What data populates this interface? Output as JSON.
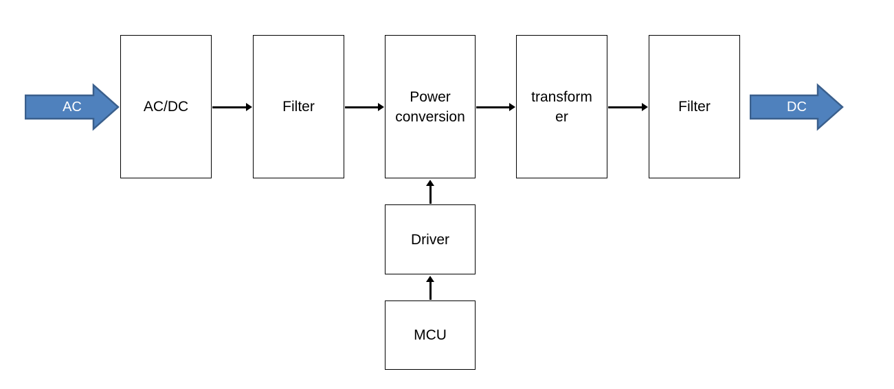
{
  "diagram": {
    "type": "block-diagram",
    "colors": {
      "background": "#ffffff",
      "block_fill": "#ffffff",
      "block_border": "#000000",
      "connector": "#000000",
      "flow_arrow_fill": "#4f81bd",
      "flow_arrow_border": "#3a5f8c",
      "flow_arrow_text": "#ffffff"
    },
    "input_arrow": {
      "label": "AC"
    },
    "output_arrow": {
      "label": "DC"
    },
    "blocks": [
      {
        "id": "ac-dc",
        "lines": [
          "AC/DC"
        ]
      },
      {
        "id": "filter-1",
        "lines": [
          "Filter"
        ]
      },
      {
        "id": "power-conversion",
        "lines": [
          "Power",
          "conversion"
        ]
      },
      {
        "id": "transformer",
        "lines": [
          "transform",
          "er"
        ]
      },
      {
        "id": "filter-2",
        "lines": [
          "Filter"
        ]
      },
      {
        "id": "driver",
        "lines": [
          "Driver"
        ]
      },
      {
        "id": "mcu",
        "lines": [
          "MCU"
        ]
      }
    ],
    "edges": [
      {
        "from": "ac-input",
        "to": "ac-dc"
      },
      {
        "from": "ac-dc",
        "to": "filter-1"
      },
      {
        "from": "filter-1",
        "to": "power-conversion"
      },
      {
        "from": "power-conversion",
        "to": "transformer"
      },
      {
        "from": "transformer",
        "to": "filter-2"
      },
      {
        "from": "filter-2",
        "to": "dc-output"
      },
      {
        "from": "driver",
        "to": "power-conversion"
      },
      {
        "from": "mcu",
        "to": "driver"
      }
    ]
  }
}
